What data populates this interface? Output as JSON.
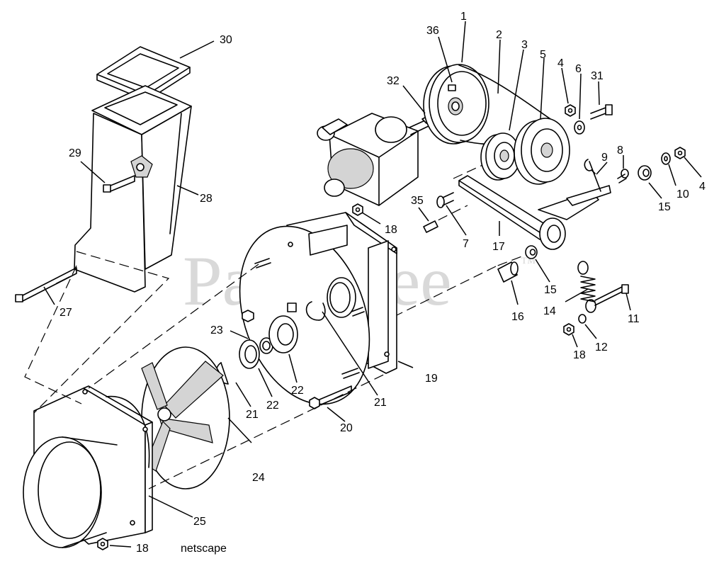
{
  "watermark": {
    "text": "PartsTree",
    "trademark": "™"
  },
  "source_label": "netscape",
  "callouts": [
    {
      "id": "c1",
      "text": "1"
    },
    {
      "id": "c2",
      "text": "2"
    },
    {
      "id": "c3",
      "text": "3"
    },
    {
      "id": "c4a",
      "text": "4"
    },
    {
      "id": "c4b",
      "text": "4"
    },
    {
      "id": "c5",
      "text": "5"
    },
    {
      "id": "c6",
      "text": "6"
    },
    {
      "id": "c7",
      "text": "7"
    },
    {
      "id": "c8",
      "text": "8"
    },
    {
      "id": "c9",
      "text": "9"
    },
    {
      "id": "c10",
      "text": "10"
    },
    {
      "id": "c11",
      "text": "11"
    },
    {
      "id": "c12",
      "text": "12"
    },
    {
      "id": "c14",
      "text": "14"
    },
    {
      "id": "c15a",
      "text": "15"
    },
    {
      "id": "c15b",
      "text": "15"
    },
    {
      "id": "c16",
      "text": "16"
    },
    {
      "id": "c17",
      "text": "17"
    },
    {
      "id": "c18a",
      "text": "18"
    },
    {
      "id": "c18b",
      "text": "18"
    },
    {
      "id": "c18c",
      "text": "18"
    },
    {
      "id": "c19",
      "text": "19"
    },
    {
      "id": "c20",
      "text": "20"
    },
    {
      "id": "c21a",
      "text": "21"
    },
    {
      "id": "c21b",
      "text": "21"
    },
    {
      "id": "c22a",
      "text": "22"
    },
    {
      "id": "c22b",
      "text": "22"
    },
    {
      "id": "c23",
      "text": "23"
    },
    {
      "id": "c24",
      "text": "24"
    },
    {
      "id": "c25",
      "text": "25"
    },
    {
      "id": "c27",
      "text": "27"
    },
    {
      "id": "c28",
      "text": "28"
    },
    {
      "id": "c29",
      "text": "29"
    },
    {
      "id": "c30",
      "text": "30"
    },
    {
      "id": "c31",
      "text": "31"
    },
    {
      "id": "c32",
      "text": "32"
    },
    {
      "id": "c35",
      "text": "35"
    },
    {
      "id": "c36",
      "text": "36"
    }
  ]
}
